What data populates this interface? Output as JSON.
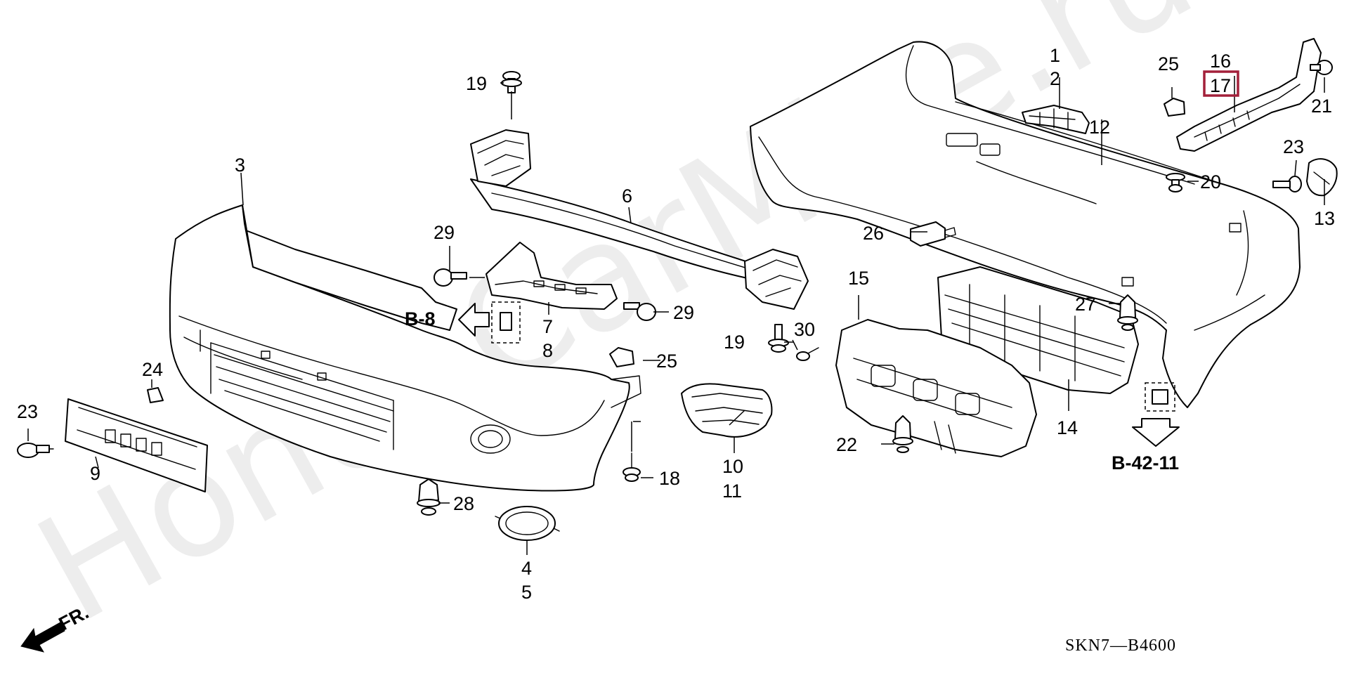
{
  "diagram": {
    "code": "SKN7—B4600",
    "direction_label": "FR.",
    "watermark": "HondaCarMine.ru",
    "highlight_color": "#a3203a",
    "refs": {
      "front": "B-8",
      "rear": "B-42-11"
    },
    "callouts": {
      "c1": "1",
      "c2": "2",
      "c3": "3",
      "c4": "4",
      "c5": "5",
      "c6": "6",
      "c7": "7",
      "c8": "8",
      "c9": "9",
      "c10": "10",
      "c11": "11",
      "c12": "12",
      "c13": "13",
      "c14": "14",
      "c15": "15",
      "c16": "16",
      "c17": "17",
      "c18": "18",
      "c19a": "19",
      "c19b": "19",
      "c20": "20",
      "c21": "21",
      "c22": "22",
      "c23a": "23",
      "c23b": "23",
      "c24": "24",
      "c25a": "25",
      "c25b": "25",
      "c26": "26",
      "c27": "27",
      "c28": "28",
      "c29a": "29",
      "c29b": "29",
      "c30": "30"
    }
  }
}
